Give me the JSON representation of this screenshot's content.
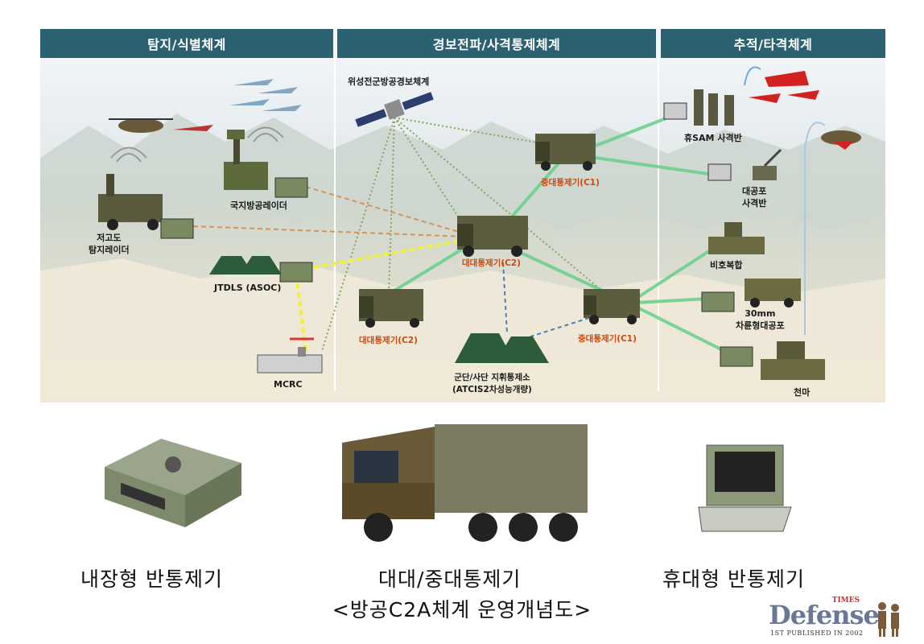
{
  "headers": {
    "detect": "탐지/식별체계",
    "alert": "경보전파/사격통제체계",
    "track": "추적/타격체계"
  },
  "labels": {
    "satellite": "위성전군방공경보체계",
    "local_radar": "국지방공레이더",
    "low_radar": "저고도\n탐지레이더",
    "jtdls": "JTDLS (ASOC)",
    "mcrc": "MCRC",
    "c1_top": "중대통제기(C1)",
    "c2_mid": "대대통제기(C2)",
    "c2_left": "대대통제기(C2)",
    "c1_right": "중대통제기(C1)",
    "atcis": "군단/사단 지휘통제소\n(ATCIS2차성능개량)",
    "sam": "휴SAM 사격반",
    "aaa": "대공포\n사격반",
    "biho": "비호복합",
    "spaag": "30mm\n차륜형대공포",
    "chunma": "천마"
  },
  "bottom": {
    "embedded": "내장형 반통제기",
    "battalion": "대대/중대통제기",
    "portable": "휴대형 반통제기",
    "caption": "<방공C2A체계 운영개념도>"
  },
  "logo": {
    "times": "TIMES",
    "name": "Defense",
    "sub": "1ST PUBLISHED IN 2002"
  },
  "colors": {
    "header_bg": "#2b6170",
    "link_green": "#66d08a",
    "link_olive": "#8aa35a",
    "link_yellow": "#f0f040",
    "link_orange": "#d9935a",
    "link_blue": "#4a7fbf",
    "label_orange": "#c84a10"
  }
}
